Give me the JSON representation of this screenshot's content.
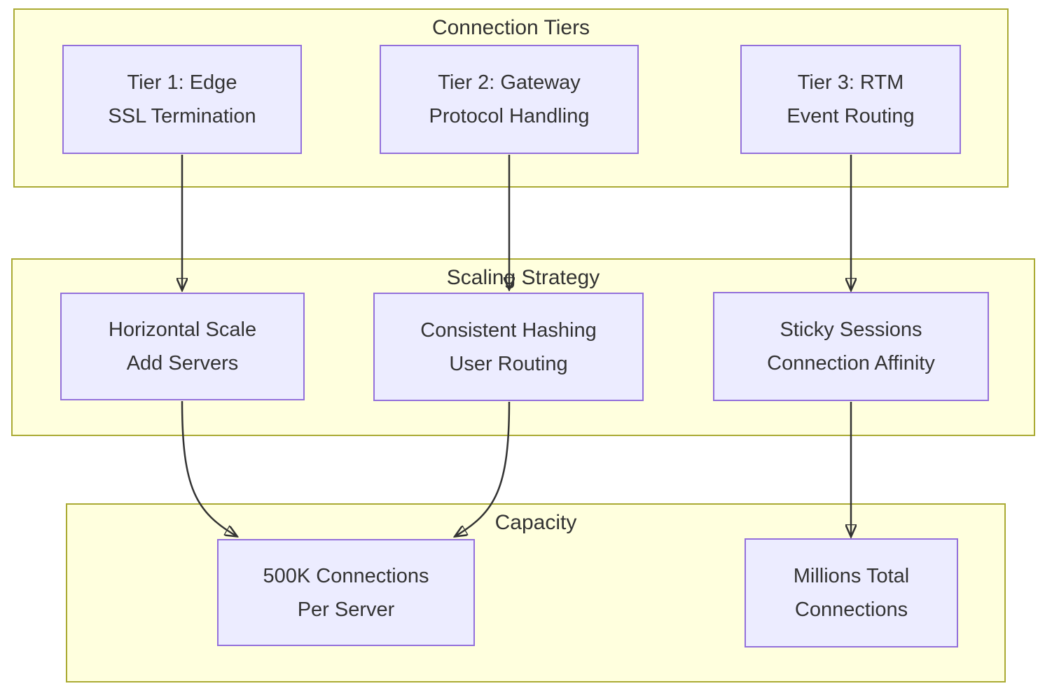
{
  "diagram": {
    "type": "flowchart",
    "colors": {
      "background": "#ffffff",
      "group_fill": "#ffffde",
      "group_border": "#aaaa33",
      "node_fill": "#ececff",
      "node_border": "#9370db",
      "text": "#333333",
      "arrow": "#333333"
    },
    "groups": [
      {
        "title": "Connection Tiers",
        "nodes": [
          {
            "id": "tier1",
            "line1": "Tier 1: Edge",
            "line2": "SSL Termination"
          },
          {
            "id": "tier2",
            "line1": "Tier 2: Gateway",
            "line2": "Protocol Handling"
          },
          {
            "id": "tier3",
            "line1": "Tier 3: RTM",
            "line2": "Event Routing"
          }
        ]
      },
      {
        "title": "Scaling Strategy",
        "nodes": [
          {
            "id": "horizontal-scale",
            "line1": "Horizontal Scale",
            "line2": "Add Servers"
          },
          {
            "id": "consistent-hashing",
            "line1": "Consistent Hashing",
            "line2": "User Routing"
          },
          {
            "id": "sticky-sessions",
            "line1": "Sticky Sessions",
            "line2": "Connection Affinity"
          }
        ]
      },
      {
        "title": "Capacity",
        "nodes": [
          {
            "id": "500k-connections",
            "line1": "500K Connections",
            "line2": "Per Server"
          },
          {
            "id": "millions-connections",
            "line1": "Millions Total",
            "line2": "Connections"
          }
        ]
      }
    ],
    "edges": [
      {
        "from": "tier1",
        "to": "horizontal-scale"
      },
      {
        "from": "tier2",
        "to": "consistent-hashing"
      },
      {
        "from": "tier3",
        "to": "sticky-sessions"
      },
      {
        "from": "horizontal-scale",
        "to": "500k-connections"
      },
      {
        "from": "consistent-hashing",
        "to": "500k-connections"
      },
      {
        "from": "sticky-sessions",
        "to": "millions-connections"
      }
    ]
  }
}
